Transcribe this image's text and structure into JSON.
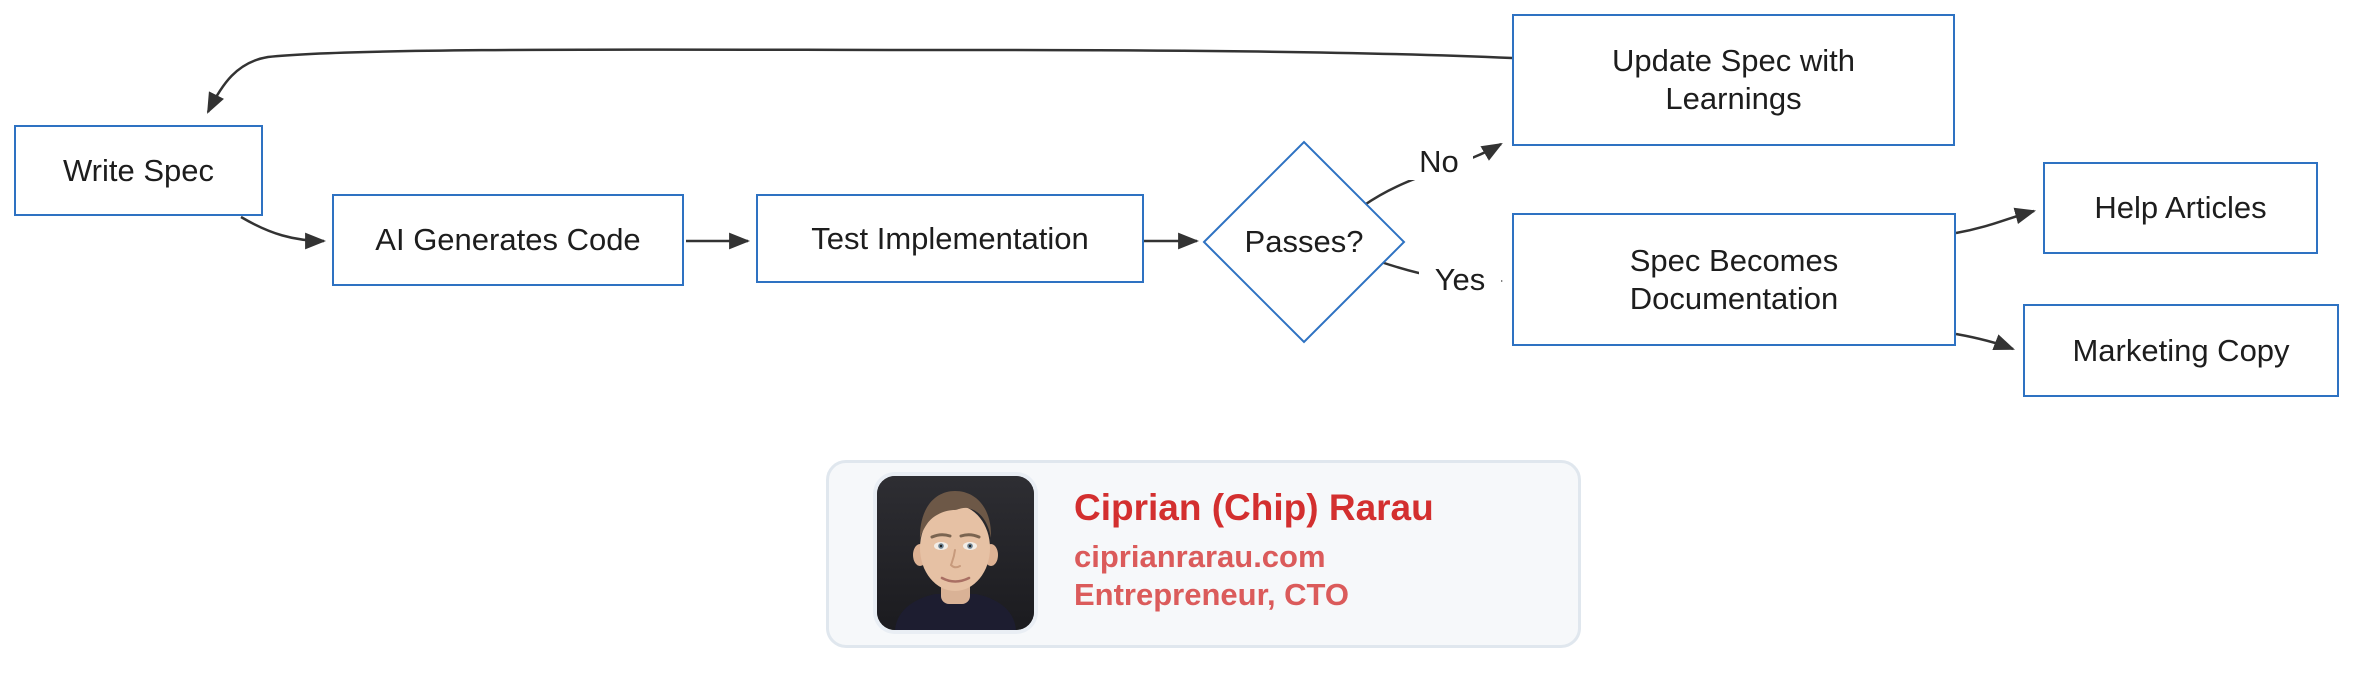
{
  "diagram": {
    "nodes": [
      {
        "id": "write-spec",
        "label": "Write Spec"
      },
      {
        "id": "ai-generates-code",
        "label": "AI Generates Code"
      },
      {
        "id": "test-implementation",
        "label": "Test Implementation"
      },
      {
        "id": "passes-decision",
        "label": "Passes?"
      },
      {
        "id": "update-spec",
        "label": "Update Spec with Learnings"
      },
      {
        "id": "spec-doc",
        "label": "Spec Becomes Documentation"
      },
      {
        "id": "help-articles",
        "label": "Help Articles"
      },
      {
        "id": "marketing-copy",
        "label": "Marketing Copy"
      }
    ],
    "edge_labels": {
      "no": "No",
      "yes": "Yes"
    },
    "edges": [
      {
        "from": "write-spec",
        "to": "ai-generates-code",
        "label": ""
      },
      {
        "from": "ai-generates-code",
        "to": "test-implementation",
        "label": ""
      },
      {
        "from": "test-implementation",
        "to": "passes-decision",
        "label": ""
      },
      {
        "from": "passes-decision",
        "to": "update-spec",
        "label": "No"
      },
      {
        "from": "passes-decision",
        "to": "spec-doc",
        "label": "Yes"
      },
      {
        "from": "update-spec",
        "to": "write-spec",
        "label": ""
      },
      {
        "from": "spec-doc",
        "to": "help-articles",
        "label": ""
      },
      {
        "from": "spec-doc",
        "to": "marketing-copy",
        "label": ""
      }
    ],
    "colors": {
      "node_border": "#2e72c2",
      "node_fill": "#ffffff",
      "node_text": "#1d1d1d",
      "edge": "#333333"
    }
  },
  "card": {
    "name": "Ciprian (Chip) Rarau",
    "website": "ciprianrarau.com",
    "role": "Entrepreneur, CTO",
    "colors": {
      "name": "#d32f2f",
      "subtitle": "#db5b5b",
      "card_bg": "#f6f8fa",
      "card_border": "#e0e7ee"
    }
  }
}
